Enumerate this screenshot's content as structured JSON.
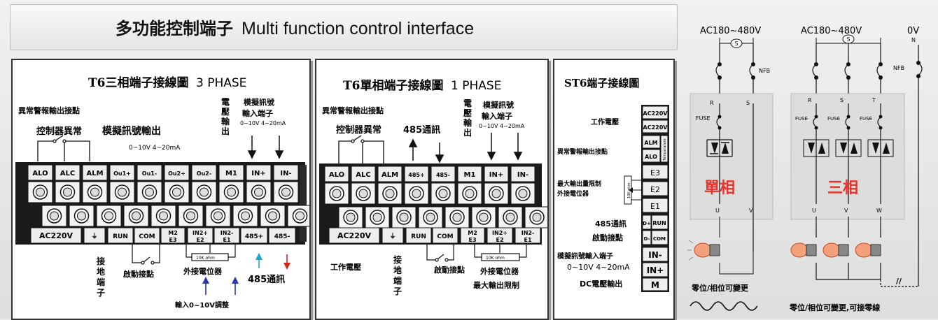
{
  "header": {
    "title_cn": "多功能控制端子",
    "title_en": "Multi function control interface"
  },
  "panel_3phase": {
    "title_cn": "T6三相端子接線圖",
    "title_en": "3 PHASE",
    "alarm_out": "異常警報輸出接點",
    "ctrl_abnormal": "控制器異常",
    "analog_out": "模擬訊號輸出",
    "analog_out_range": "0~10V 4~20mA",
    "voltage_out": [
      "電",
      "壓",
      "輸",
      "出"
    ],
    "analog_in_1": "模擬訊號",
    "analog_in_2": "輸入端子",
    "analog_in_range": "0~10V 4~20mA",
    "top_terms": [
      "ALO",
      "ALC",
      "ALM",
      "Ou1+",
      "Ou1-",
      "Ou2+",
      "Ou2-",
      "M1",
      "IN+",
      "IN-"
    ],
    "bottom_terms": [
      [
        "AC220V"
      ],
      [
        "⏚"
      ],
      [
        "RUN"
      ],
      [
        "COM"
      ],
      [
        "M2",
        "E3"
      ],
      [
        "IN2+",
        "E2"
      ],
      [
        "IN2-",
        "E1"
      ],
      [
        "485+"
      ],
      [
        "485-"
      ]
    ],
    "ground": [
      "接",
      "地",
      "端",
      "子"
    ],
    "start_contact": "啟動接點",
    "ext_pot": "外接電位器",
    "ohm": "10K ohm",
    "input_adj": "輸入0~10V調整",
    "rs485": "485通訊"
  },
  "panel_1phase": {
    "title_cn": "T6單相端子接線圖",
    "title_en": "1 PHASE",
    "alarm_out": "異常警報輸出接點",
    "ctrl_abnormal": "控制器異常",
    "rs485": "485通訊",
    "voltage_out": [
      "電",
      "壓",
      "輸",
      "出"
    ],
    "analog_in_1": "模擬訊號",
    "analog_in_2": "輸入端子",
    "analog_in_range": "0~10V 4~20mA",
    "top_terms": [
      "ALO",
      "ALC",
      "ALM",
      "485+",
      "485-",
      "M1",
      "IN+",
      "IN-"
    ],
    "bottom_terms": [
      [
        "AC220V"
      ],
      [
        "⏚"
      ],
      [
        "RUN"
      ],
      [
        "COM"
      ],
      [
        "M2",
        "E3"
      ],
      [
        "IN2+",
        "E2"
      ],
      [
        "IN2-",
        "E1"
      ]
    ],
    "work_voltage": "工作電壓",
    "ground": [
      "接",
      "地",
      "端",
      "子"
    ],
    "start_contact": "啟動接點",
    "ohm": "10K ohm",
    "ext_pot": "外接電位器",
    "max_limit": "最大輸出限制"
  },
  "panel_st6": {
    "title": "ST6端子接線圖",
    "work_voltage": "工作電壓",
    "alarm_out": "異常警報輸出接點",
    "max_limit_1": "最大輸出量限制",
    "max_limit_2": "外接電位器",
    "rs485_1": "485通訊",
    "rs485_2": "啟動接點",
    "analog_1": "模擬訊號輸入端子",
    "analog_2": "0~10V 4~20mA",
    "dc_out": "DC電壓輸出",
    "ohm": "10K ohm",
    "temperature": "Temperature",
    "terms": {
      "ac1": "AC220V",
      "ac2": "AC220V",
      "alm": "ALM",
      "alo": "ALO",
      "e3": "E3",
      "e2": "E2",
      "e1": "E1",
      "dp": "D+",
      "run": "RUN",
      "dm": "D-",
      "com": "COM",
      "inm": "IN-",
      "inp": "IN+",
      "m": "M"
    }
  },
  "wiring_single": {
    "supply": "AC180~480V",
    "s_mark": "S",
    "nfb": "NFB",
    "r": "R",
    "s": "S",
    "u": "U",
    "v": "V",
    "fuse": "FUSE",
    "label": "單相",
    "caption": "零位/相位可變更"
  },
  "wiring_three": {
    "supply": "AC180~480V",
    "s_mark": "S",
    "nfb": "NFB",
    "zero": "0V",
    "n": "N",
    "r": "R",
    "s": "S",
    "t": "T",
    "u": "U",
    "v": "V",
    "w": "W",
    "fuse": "FUSE",
    "label": "三相",
    "caption": "零位/相位可變更,可接零線"
  },
  "colors": {
    "accent_red": "#e8322b",
    "blue_arrow": "#2636b8",
    "cyan_arrow": "#17a7d6",
    "red_arrow": "#d8221b"
  }
}
